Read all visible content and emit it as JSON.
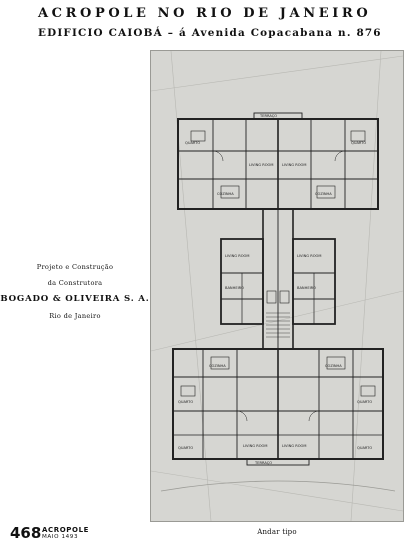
{
  "header": {
    "title": "ACROPOLE NO RIO DE JANEIRO",
    "subtitle": "EDIFICIO CAIOBÁ – á Avenida Copacabana n. 876"
  },
  "credits": {
    "line1": "Projeto e Construção",
    "line2": "da Construtora",
    "company": "BOGADO & OLIVEIRA S. A.",
    "city": "Rio de Janeiro"
  },
  "plan": {
    "caption": "Andar tipo",
    "room_labels": [
      "QUARTO",
      "LIVING ROOM",
      "COZINHA",
      "BANHEIRO",
      "TERRAÇO"
    ]
  },
  "footer": {
    "page_number": "468",
    "magazine": "ACROPOLE",
    "issue": "MAIO 1493"
  },
  "colors": {
    "paper": "#ffffff",
    "ink": "#111111",
    "plate_background": "#d6d6d2"
  }
}
